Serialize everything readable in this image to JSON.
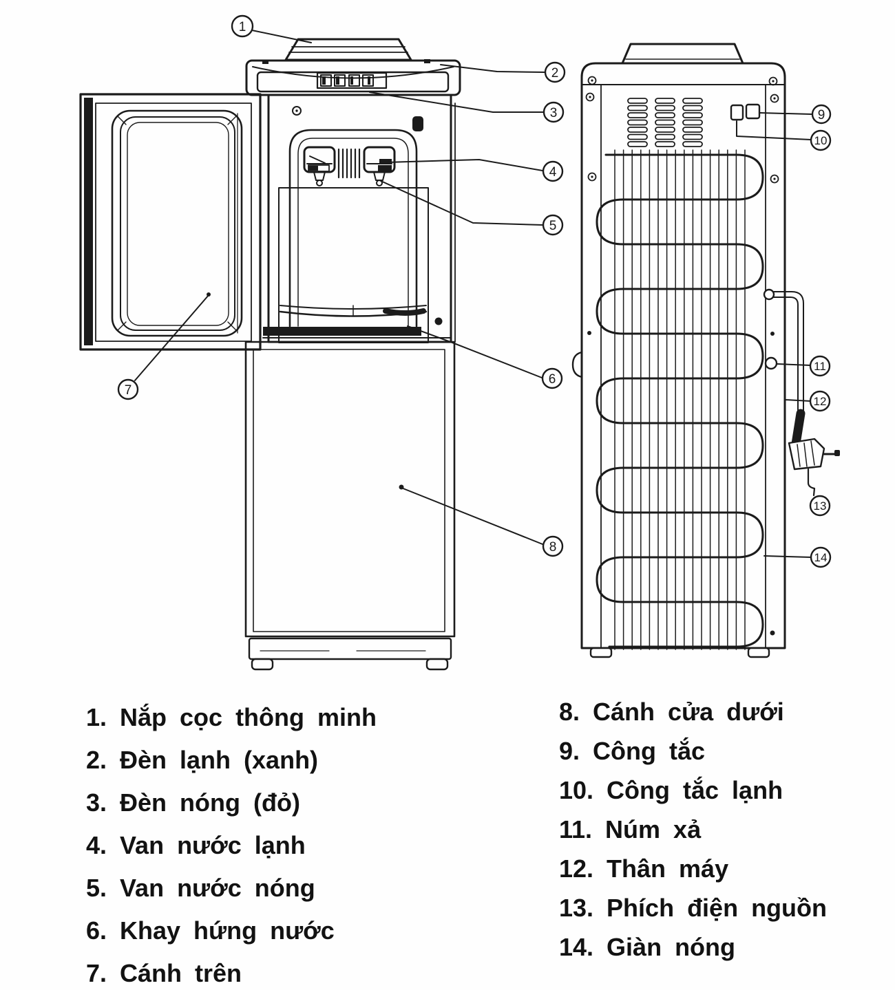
{
  "document": {
    "type": "water-dispenser parts diagram",
    "views": {
      "front": "front view with open upper door",
      "rear": "rear view with condenser coil"
    }
  },
  "colors": {
    "background": "#fefefe",
    "line": "#1b1b1b",
    "text": "#121212"
  },
  "callout_numbers": [
    "1",
    "2",
    "3",
    "4",
    "5",
    "6",
    "7",
    "8",
    "9",
    "10",
    "11",
    "12",
    "13",
    "14"
  ],
  "legend": {
    "left": [
      "1. Nắp cọc thông minh",
      "2. Đèn lạnh (xanh)",
      "3. Đèn nóng (đỏ)",
      "4. Van nước lạnh",
      "5. Van nước nóng",
      "6. Khay hứng nước",
      "7. Cánh trên"
    ],
    "right": [
      "8. Cánh cửa dưới",
      "9. Công tắc",
      "10. Công tắc lạnh",
      "11. Núm xả",
      "12. Thân máy",
      "13. Phích điện nguồn",
      "14. Giàn nóng"
    ]
  }
}
